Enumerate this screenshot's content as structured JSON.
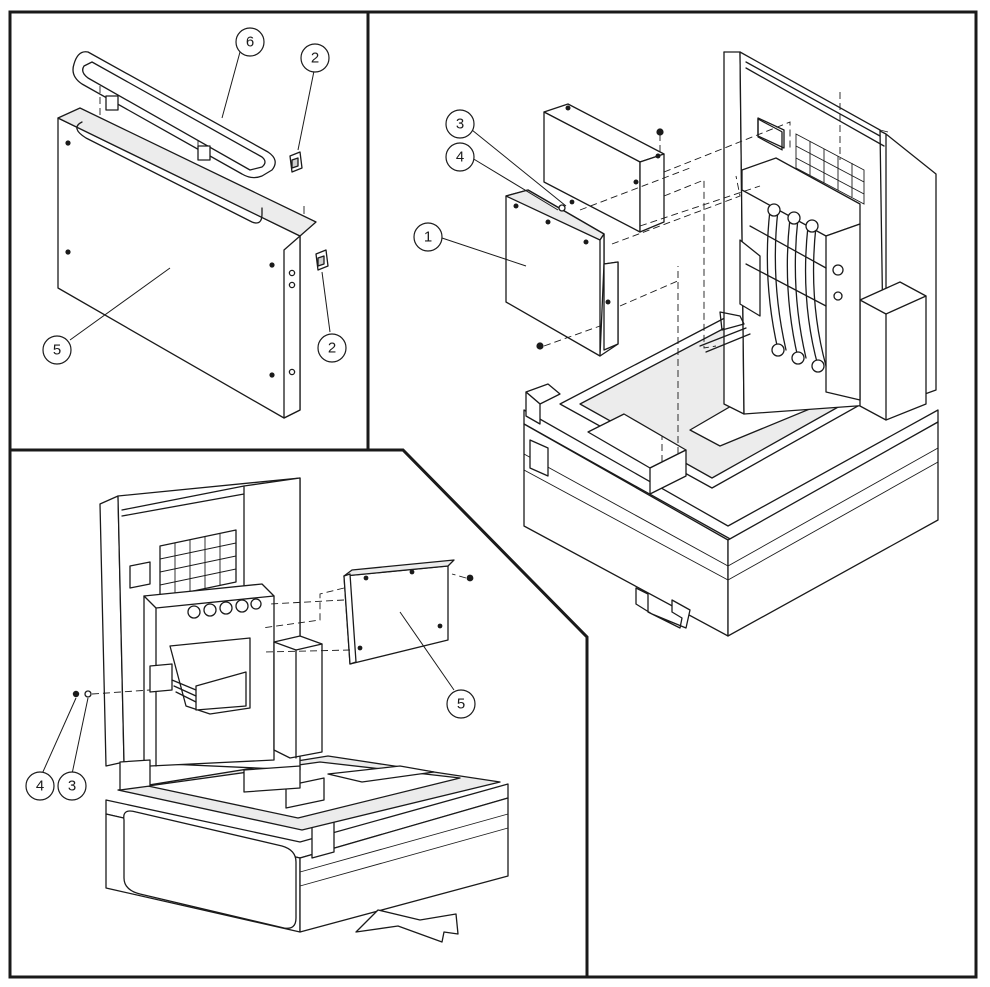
{
  "callouts": {
    "topLeft": {
      "c6": "6",
      "c2a": "2",
      "c2b": "2",
      "c5": "5"
    },
    "right": {
      "c3": "3",
      "c4": "4",
      "c1": "1"
    },
    "bottom": {
      "c5": "5",
      "c4": "4",
      "c3": "3"
    }
  }
}
